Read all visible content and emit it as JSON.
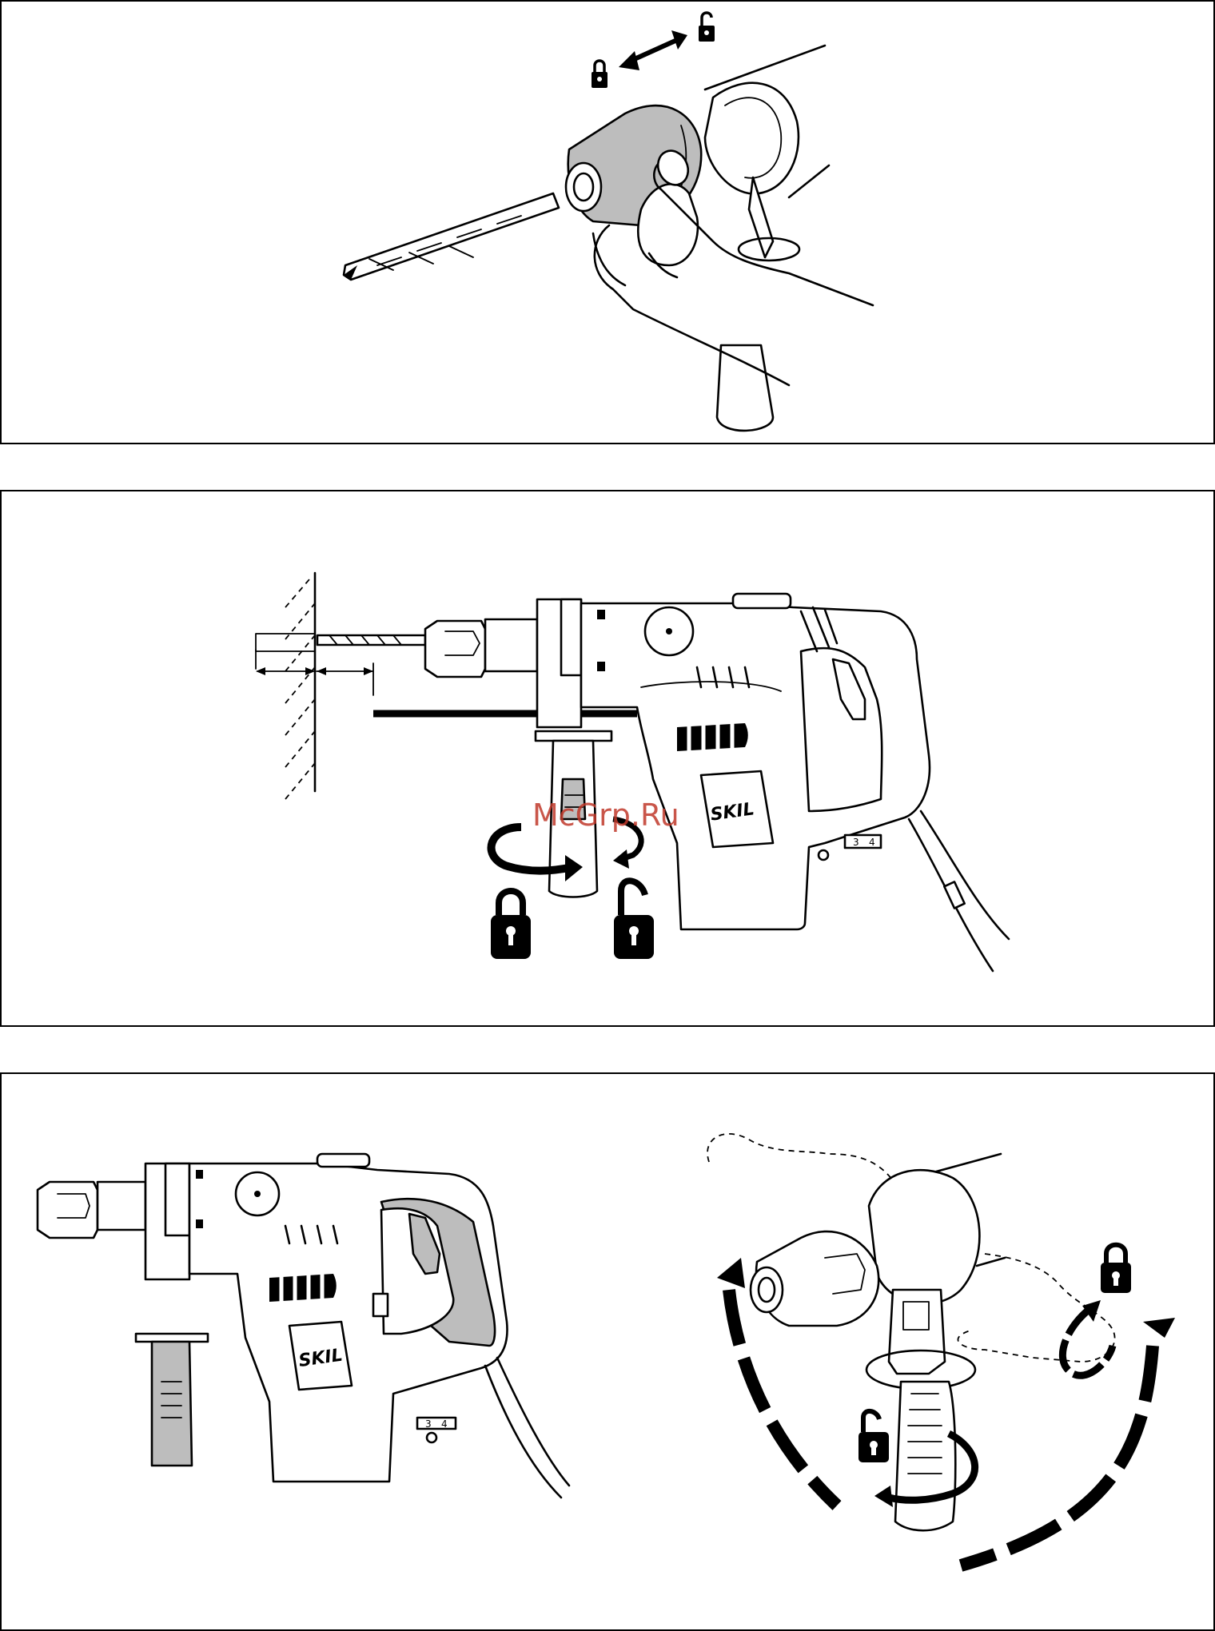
{
  "watermark": "McGrp.Ru",
  "brand": "SKIL",
  "speed_labels": [
    "3",
    "4"
  ],
  "icons": [
    "lock-icon",
    "unlock-icon",
    "double-arrow-icon",
    "rotate-arrow-icon"
  ],
  "colors": {
    "line": "#000000",
    "fill_grey": "#bdbdbd",
    "watermark": "#c0392b"
  }
}
